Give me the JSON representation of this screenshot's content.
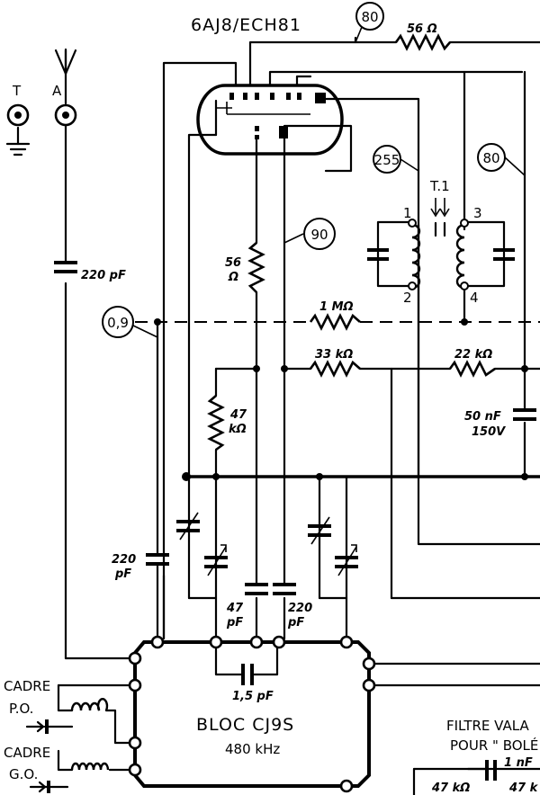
{
  "tube": {
    "label": "6AJ8/ECH81"
  },
  "antenna": {
    "t_label": "T",
    "a_label": "A"
  },
  "test_points": {
    "tp80_top": "80",
    "tp80_right": "80",
    "tp255": "255",
    "tp90": "90",
    "tp09": "0,9"
  },
  "transformer": {
    "label": "T.1",
    "pin1": "1",
    "pin2": "2",
    "pin3": "3",
    "pin4": "4"
  },
  "components": {
    "r56_top": "56 Ω",
    "cap_ant": "220 pF",
    "r56_v_num": "56",
    "r56_v_unit": "Ω",
    "r1m": "1 MΩ",
    "r33k": "33 kΩ",
    "r22k": "22 kΩ",
    "r47k_num": "47",
    "r47k_unit": "kΩ",
    "c50n_val": "50 nF",
    "c50n_volt": "150V",
    "c220_left_val": "220",
    "c220_left_unit": "pF",
    "c47_val": "47",
    "c47_unit": "pF",
    "c220_mid_val": "220",
    "c220_mid_unit": "pF",
    "c15": "1,5 pF"
  },
  "bloc": {
    "name": "BLOC CJ9S",
    "freq": "480 kHz"
  },
  "cadre_po": {
    "line1": "CADRE",
    "line2": "P.O."
  },
  "cadre_go": {
    "line1": "CADRE",
    "line2": "G.O."
  },
  "filter": {
    "line1": "FILTRE VALA",
    "line2": "POUR \" BOLÉ",
    "cap": "1 nF",
    "r_left": "47 kΩ",
    "r_right": "47 k"
  }
}
